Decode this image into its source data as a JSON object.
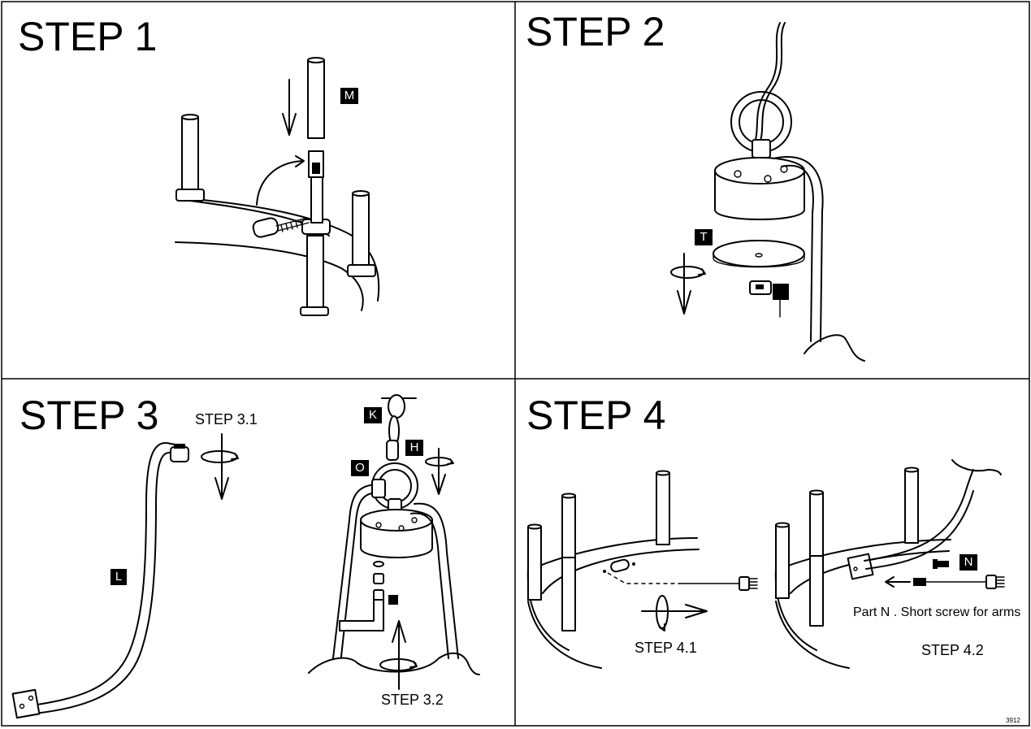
{
  "steps": [
    {
      "title": "STEP 1"
    },
    {
      "title": "STEP 2"
    },
    {
      "title": "STEP 3",
      "sub1": "STEP 3.1",
      "sub2": "STEP 3.2"
    },
    {
      "title": "STEP 4",
      "sub1": "STEP 4.1",
      "sub2": "STEP 4.2"
    }
  ],
  "labels": {
    "m": "M",
    "t": "T",
    "k": "K",
    "h": "H",
    "o": "O",
    "l": "L",
    "n": "N"
  },
  "note": "Part N . Short screw for arms",
  "doc_code": "3912"
}
